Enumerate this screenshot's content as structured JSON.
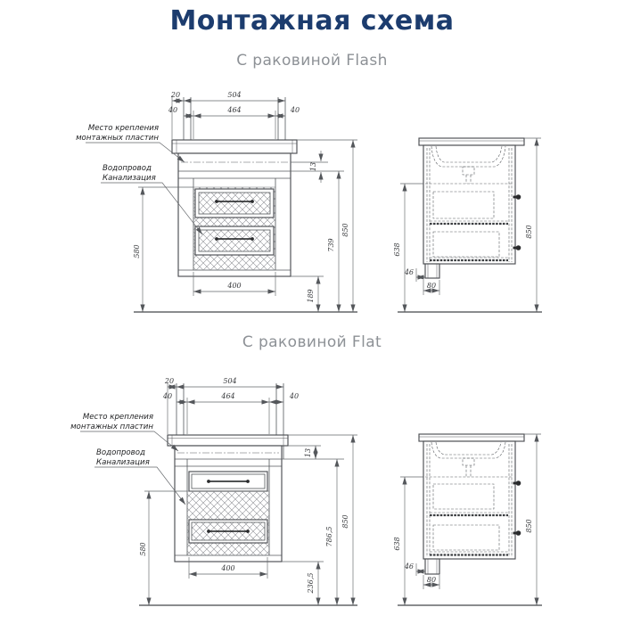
{
  "title": "Монтажная схема",
  "sections": {
    "flash": {
      "subtitle": "С раковиной Flash",
      "labels": {
        "mount1": "Место крепления",
        "mount2": "монтажных пластин",
        "pipe1": "Водопровод",
        "pipe2": "Канализация"
      },
      "front": {
        "gap": "20",
        "plates_span": "504",
        "offset_left": "40",
        "inner_span": "464",
        "offset_right": "40",
        "plate_height": "13",
        "pipes_zone_height": "580",
        "drawer_width": "400",
        "mount_to_floor": "739",
        "total_height": "850",
        "bottom_to_floor": "189"
      },
      "side": {
        "back_height": "638",
        "leg_offset": "46",
        "leg_inset": "80",
        "total_height": "850"
      }
    },
    "flat": {
      "subtitle": "С раковиной Flat",
      "labels": {
        "mount1": "Место крепления",
        "mount2": "монтажных пластин",
        "pipe1": "Водопровод",
        "pipe2": "Канализация"
      },
      "front": {
        "gap": "20",
        "plates_span": "504",
        "offset_left": "40",
        "inner_span": "464",
        "offset_right": "40",
        "plate_height": "13",
        "pipes_zone_height": "580",
        "drawer_width": "400",
        "mount_to_floor": "786,5",
        "total_height": "850",
        "bottom_to_floor": "236,5"
      },
      "side": {
        "back_height": "638",
        "leg_offset": "46",
        "leg_inset": "80",
        "total_height": "850"
      }
    }
  }
}
